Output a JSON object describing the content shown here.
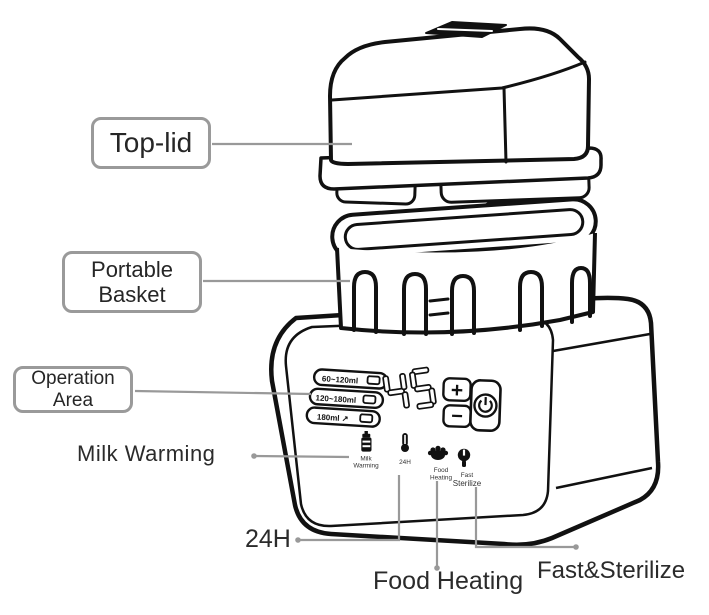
{
  "callouts": {
    "top_lid": {
      "label": "Top-lid"
    },
    "portable_basket": {
      "line1": "Portable",
      "line2": "Basket"
    },
    "operation_area": {
      "line1": "Operation",
      "line2": "Area"
    },
    "milk_warming": {
      "label": "Milk Warming"
    },
    "hours_24": {
      "label": "24H"
    },
    "food_heating": {
      "label": "Food Heating"
    },
    "fast_sterilize": {
      "label": "Fast&Sterilize"
    }
  },
  "panel": {
    "volume_buttons": [
      {
        "label": "60~120ml"
      },
      {
        "label": "120~180ml"
      },
      {
        "label": "180ml ↗"
      }
    ],
    "display_value": "45",
    "plus_label": "+",
    "minus_label": "−",
    "mode_labels": {
      "milk": {
        "line1": "Milk",
        "line2": "Warming",
        "icon": "baby-bottle-icon"
      },
      "h24": {
        "line1": "24H",
        "line2": "",
        "icon": "thermometer-icon"
      },
      "food": {
        "line1": "Food",
        "line2": "Heating",
        "icon": "food-hand-icon"
      },
      "sterilize": {
        "line1": "Fast",
        "line2": "Sterilize",
        "icon": "sterilize-bottle-icon"
      }
    }
  },
  "colors": {
    "line_art": "#111111",
    "leader_line": "#999999",
    "callout_border": "#9a9a9a",
    "text": "#2b2b2b"
  }
}
